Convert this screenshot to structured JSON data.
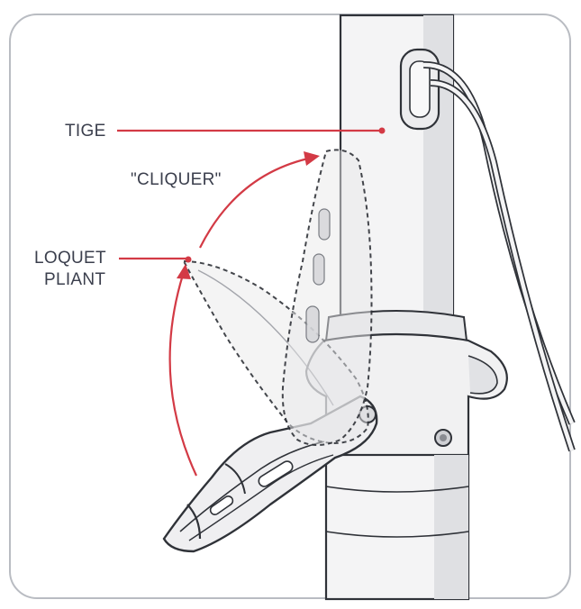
{
  "labels": {
    "tige": "TIGE",
    "cliquer": "\"CLIQUER\"",
    "loquet_line1": "LOQUET",
    "loquet_line2": "PLIANT"
  },
  "icons": [
    "stem-icon",
    "cable-icon",
    "folding-latch-icon",
    "motion-arrow-icon"
  ],
  "colors": {
    "arrow": "#d33a45",
    "label_text": "#3b3f4d",
    "outline": "#2f3238",
    "frame": "#b9bcc2"
  }
}
